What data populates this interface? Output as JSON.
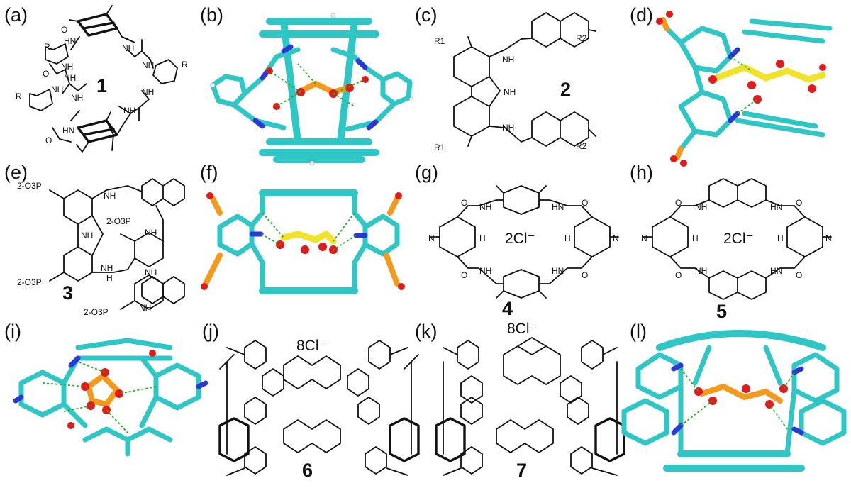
{
  "panels": {
    "a": {
      "label": "(a)",
      "compound": "1",
      "texts": [
        "R",
        "R",
        "R",
        "NH",
        "NH",
        "NH",
        "NH",
        "NH",
        "NH",
        "NH",
        "NH",
        "HN",
        "HN",
        "O",
        "O",
        "O"
      ]
    },
    "b": {
      "label": "(b)"
    },
    "c": {
      "label": "(c)",
      "compound": "2",
      "texts": [
        "R1",
        "R1",
        "R2",
        "R2",
        "NH",
        "NH",
        "NH"
      ]
    },
    "d": {
      "label": "(d)"
    },
    "e": {
      "label": "(e)",
      "compound": "3",
      "texts": [
        "2-O3P",
        "2-O3P",
        "2-O3P",
        "2-O3P",
        "NH",
        "NH",
        "NH",
        "NH",
        "NH",
        "NH",
        "H"
      ]
    },
    "f": {
      "label": "(f)"
    },
    "g": {
      "label": "(g)",
      "compound": "4",
      "counterion": "2Cl⁻",
      "texts": [
        "NH",
        "HN",
        "NH",
        "HN",
        "O",
        "O",
        "O",
        "O",
        "H",
        "H",
        "N",
        "N"
      ]
    },
    "h": {
      "label": "(h)",
      "compound": "5",
      "counterion": "2Cl⁻",
      "texts": [
        "NH",
        "HN",
        "NH",
        "HN",
        "O",
        "O",
        "O",
        "O",
        "H",
        "H",
        "N",
        "N"
      ]
    },
    "i": {
      "label": "(i)"
    },
    "j": {
      "label": "(j)",
      "compound": "6",
      "counterion": "8Cl⁻"
    },
    "k": {
      "label": "(k)",
      "compound": "7",
      "counterion": "8Cl⁻"
    },
    "l": {
      "label": "(l)"
    }
  },
  "colors": {
    "carbon": "#2fc6c6",
    "nitrogen": "#2a39d6",
    "oxygen": "#e21a1a",
    "guest_carbon_orange": "#f39a1c",
    "guest_carbon_yellow": "#f1e22a",
    "hydrogen_bond": "#18b318",
    "hydrogen": "#eeeeee"
  }
}
